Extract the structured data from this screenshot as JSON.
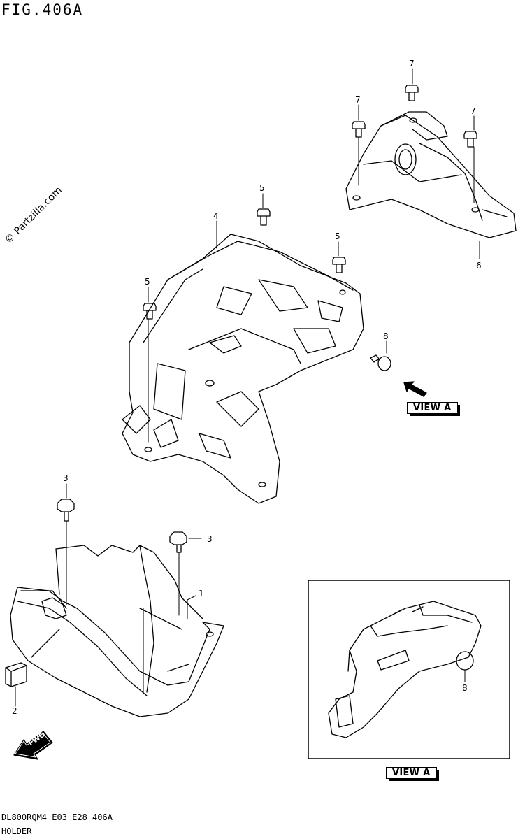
{
  "title": "FIG.406A",
  "watermark": "© Partzilla.com",
  "callouts": {
    "c1": "1",
    "c2": "2",
    "c3a": "3",
    "c3b": "3",
    "c4": "4",
    "c5a": "5",
    "c5b": "5",
    "c5c": "5",
    "c6": "6",
    "c7a": "7",
    "c7b": "7",
    "c7c": "7",
    "c8a": "8",
    "c8b": "8"
  },
  "view_label_main": "VIEW A",
  "view_label_inset": "VIEW A",
  "fwd_label": "FWD",
  "footer_code": "DL800RQM4_E03_E28_406A",
  "footer_name": "HOLDER"
}
